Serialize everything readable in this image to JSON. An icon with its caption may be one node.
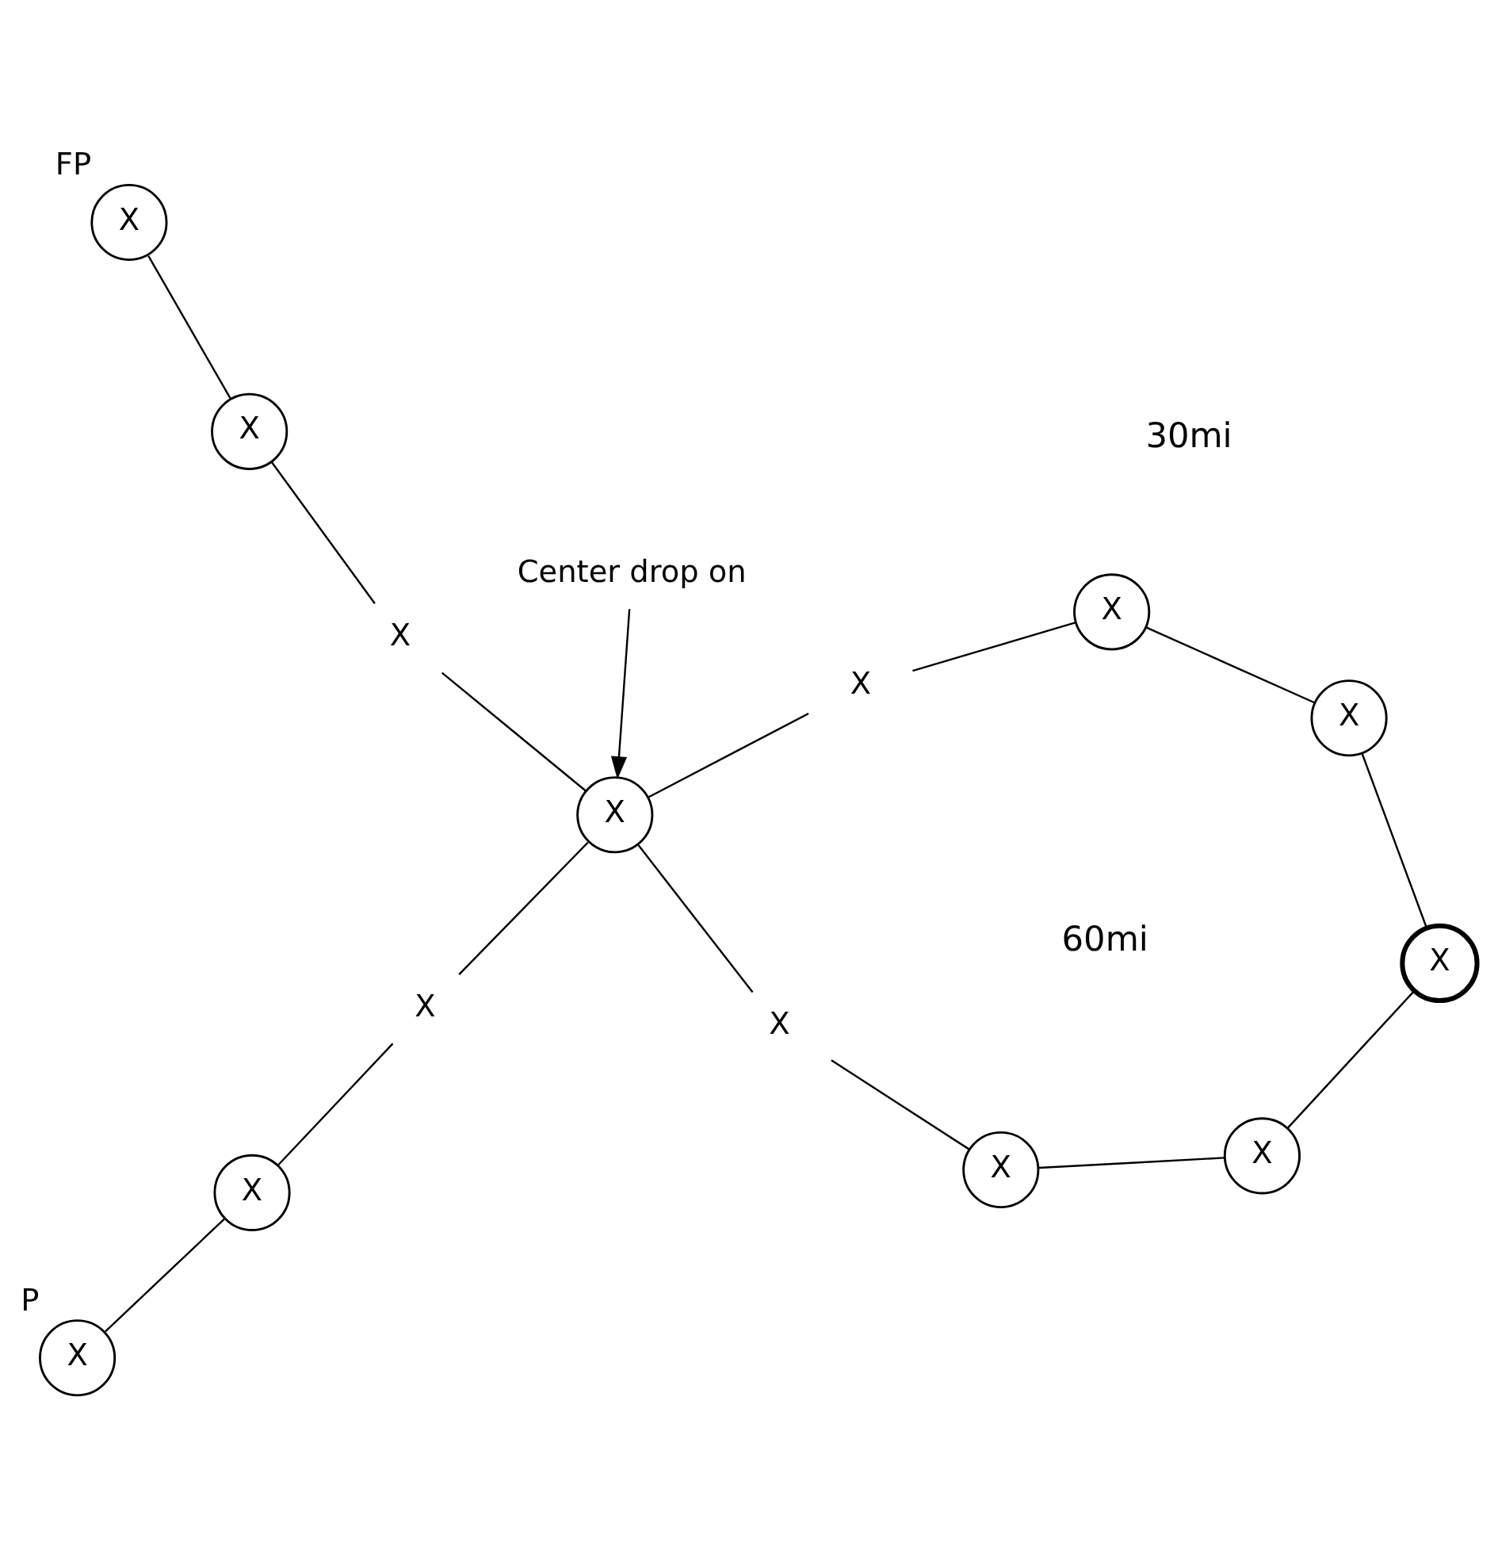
{
  "diagram": {
    "nodes": [
      {
        "text": [
          "X"
        ],
        "beside": [
          "P"
        ]
      },
      {
        "text": [
          "X"
        ]
      },
      {
        "text": [
          "X"
        ]
      },
      {
        "text": [
          "X"
        ]
      },
      {
        "text": [
          "X"
        ]
      },
      {
        "text": [
          "X"
        ]
      },
      {
        "text": [
          "X"
        ]
      },
      {
        "text": [
          "X"
        ]
      },
      {
        "text": [
          "X"
        ]
      },
      {
        "text": [
          "X"
        ]
      },
      {
        "text": [
          "X"
        ]
      },
      {
        "text": [
          "X"
        ]
      },
      {
        "text": [
          "X"
        ],
        "beside": [
          "FP"
        ]
      },
      {
        "text": [
          "X"
        ]
      },
      {
        "text": [
          "Center drop on"
        ]
      }
    ],
    "edges": [
      {
        "from": 0,
        "to": 1,
        "arrow": "none"
      },
      {
        "from": 1,
        "to": 2,
        "arrow": "none"
      },
      {
        "from": 2,
        "to": 3,
        "arrow": "none"
      },
      {
        "from": 3,
        "to": 9,
        "arrow": "none"
      },
      {
        "from": 9,
        "to": 10,
        "arrow": "none"
      },
      {
        "from": 10,
        "to": 13,
        "arrow": "none"
      },
      {
        "from": 12,
        "to": 11,
        "arrow": "none"
      },
      {
        "from": 11,
        "to": 8,
        "arrow": "none"
      },
      {
        "from": 8,
        "to": 3,
        "arrow": "none"
      },
      {
        "from": 3,
        "to": 6,
        "arrow": "none"
      },
      {
        "from": 6,
        "to": 5,
        "arrow": "none"
      },
      {
        "from": 5,
        "to": 4,
        "arrow": "none"
      },
      {
        "from": 4,
        "to": 7,
        "arrow": "none"
      },
      {
        "from": 7,
        "to": 13,
        "arrow": "none"
      },
      {
        "from": 14,
        "to": 3,
        "arrow": "to"
      }
    ],
    "labels": [
      "60mi",
      "30mi"
    ]
  }
}
